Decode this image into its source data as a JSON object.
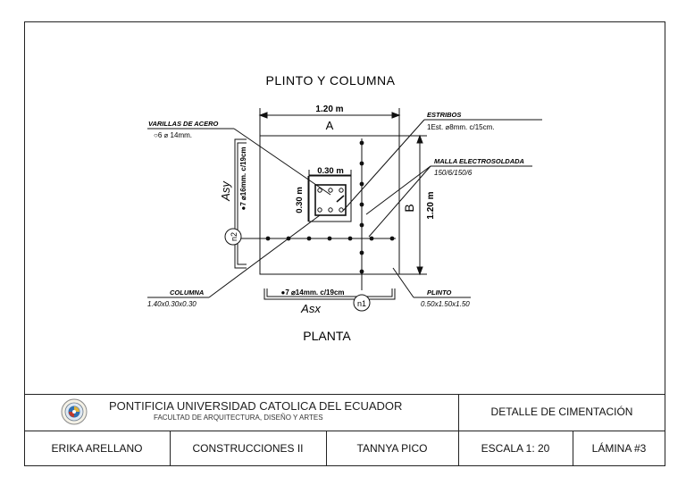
{
  "drawing": {
    "title": "PLINTO Y COLUMNA",
    "subtitle": "PLANTA",
    "dim_width": "1.20 m",
    "dim_width_letter": "A",
    "dim_height": "1.20 m",
    "dim_height_letter": "B",
    "column_dim_width": "0.30 m",
    "column_dim_height": "0.30 m",
    "labels": {
      "varillas_title": "VARILLAS DE ACERO",
      "varillas_detail": "○6 ⌀ 14mm.",
      "estribos_title": "ESTRIBOS",
      "estribos_detail": "1Est. ⌀8mm. c/15cm.",
      "malla_title": "MALLA ELECTROSOLDADA",
      "malla_detail": "150/6/150/6",
      "columna_title": "COLUMNA",
      "columna_detail": "1.40x0.30x0.30",
      "plinto_title": "PLINTO",
      "plinto_detail": "0.50x1.50x1.50",
      "rebar_y": "●7 ⌀16mm. c/19cm",
      "rebar_x": "●7 ⌀14mm. c/19cm",
      "asy": "Asy",
      "asx": "Asx",
      "n1": "n1",
      "n2": "n2"
    }
  },
  "title_block": {
    "university": "PONTIFICIA UNIVERSIDAD CATOLICA DEL ECUADOR",
    "faculty": "FACULTAD DE ARQUITECTURA, DISEÑO Y ARTES",
    "sheet_title": "DETALLE DE CIMENTACIÓN",
    "author": "ERIKA ARELLANO",
    "course": "CONSTRUCCIONES II",
    "teacher": "TANNYA PICO",
    "scale": "ESCALA 1: 20",
    "sheet_number": "LÁMINA #3"
  }
}
